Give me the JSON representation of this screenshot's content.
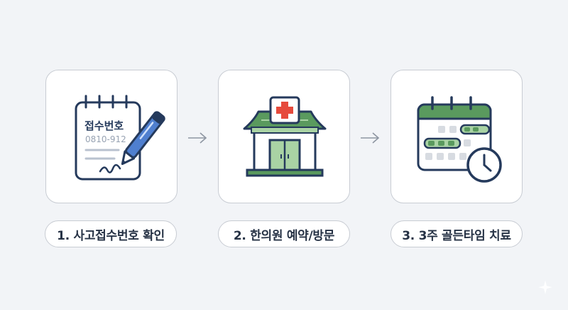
{
  "steps": [
    {
      "label": "1. 사고접수번호 확인",
      "icon": "notepad-pen-icon",
      "note_title": "접수번호",
      "note_number": "0810-912"
    },
    {
      "label": "2. 한의원 예약/방문",
      "icon": "clinic-building-icon"
    },
    {
      "label": "3. 3주 골든타임 치료",
      "icon": "calendar-clock-icon"
    }
  ],
  "colors": {
    "background": "#f2f4f7",
    "navy": "#253a5c",
    "green": "#5a9a5e",
    "light_green": "#a9d3a4",
    "red": "#e64a3c",
    "blue": "#4f7fcf",
    "gray": "#d7dbe1"
  }
}
